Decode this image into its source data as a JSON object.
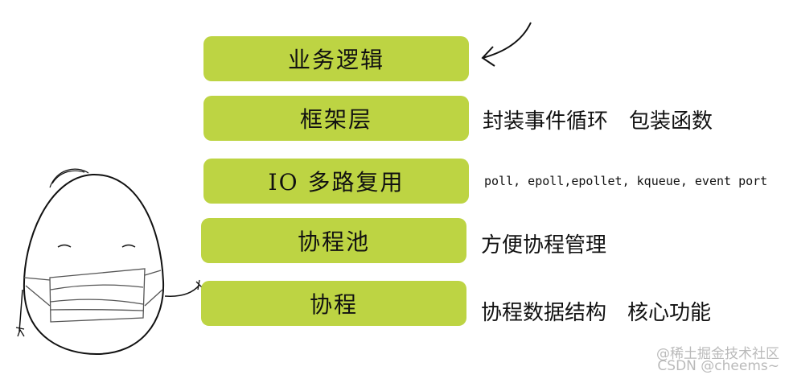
{
  "layers": [
    {
      "label": "业务逻辑",
      "note": ""
    },
    {
      "label": "框架层",
      "note": "封装事件循环　包装函数"
    },
    {
      "label": "IO 多路复用",
      "note": "poll, epoll,epollet, kqueue, event port"
    },
    {
      "label": "协程池",
      "note": "方便协程管理"
    },
    {
      "label": "协程",
      "note": "协程数据结构　核心功能"
    }
  ],
  "colors": {
    "layer_fill": "#bdd443"
  },
  "watermark": {
    "line1": "@稀土掘金技术社区",
    "line2": "CSDN @cheems~"
  }
}
